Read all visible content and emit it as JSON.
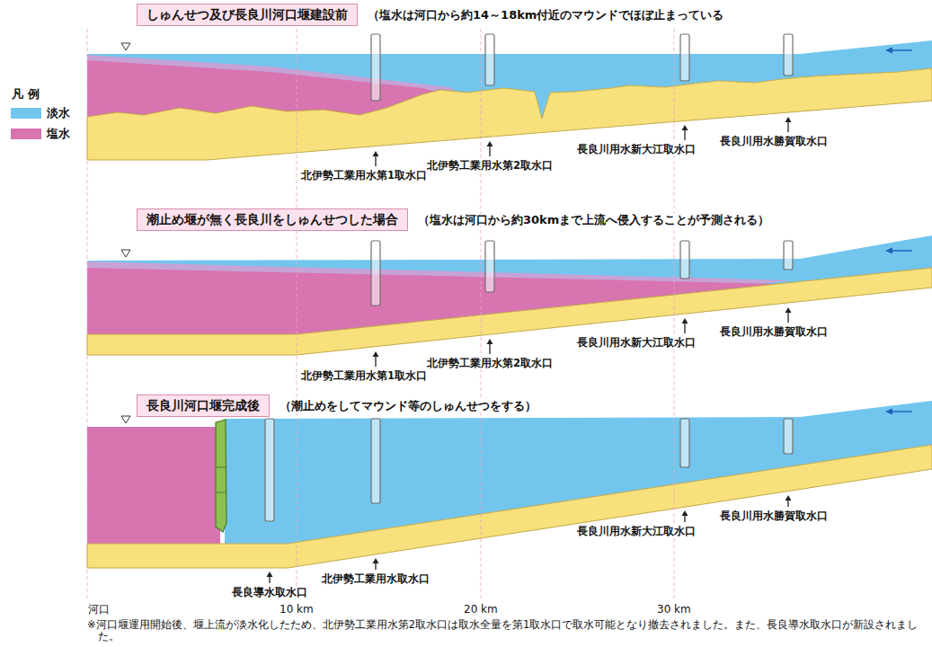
{
  "diagram": {
    "nodes": [
      {
        "text": [
          "しゅんせつ及び長良川河口堰建設前"
        ]
      },
      {
        "text": [
          "潮止め堰が無く長良川をしゅんせつした場合"
        ]
      },
      {
        "text": [
          "長良川河口堰完成後"
        ]
      }
    ],
    "labels": [
      "凡 例",
      "（塩水は河口から約14～18km付近のマウンドでほぼ止まっている",
      "北伊勢工業用水第1取水口",
      "北伊勢工業用水第2取水口",
      "長良川用水新大江取水口",
      "長良川用水勝賀取水口",
      "（塩水は河口から約30kmまで上流へ侵入することが予測される）",
      "北伊勢工業用水第1取水口",
      "北伊勢工業用水第2取水口",
      "長良川用水新大江取水口",
      "長良川用水勝賀取水口",
      "（潮止めをしてマウンド等のしゅんせつをする）",
      "長良導水取水口",
      "北伊勢工業用水取水口",
      "長良川用水新大江取水口",
      "長良川用水勝賀取水口",
      "河口",
      "10 km",
      "20 km",
      "30 km",
      "※河口堰運用開始後、堰上流が淡水化したため、北伊勢工業用水第2取水口は取水全量を第1取水口で取水可能となり撤去されました。また、長良導水取水口が新設されました。"
    ],
    "legend": [
      {
        "text": "淡水",
        "color": "#72c6ee"
      },
      {
        "text": "塩水",
        "color": "#d874b0"
      }
    ]
  }
}
